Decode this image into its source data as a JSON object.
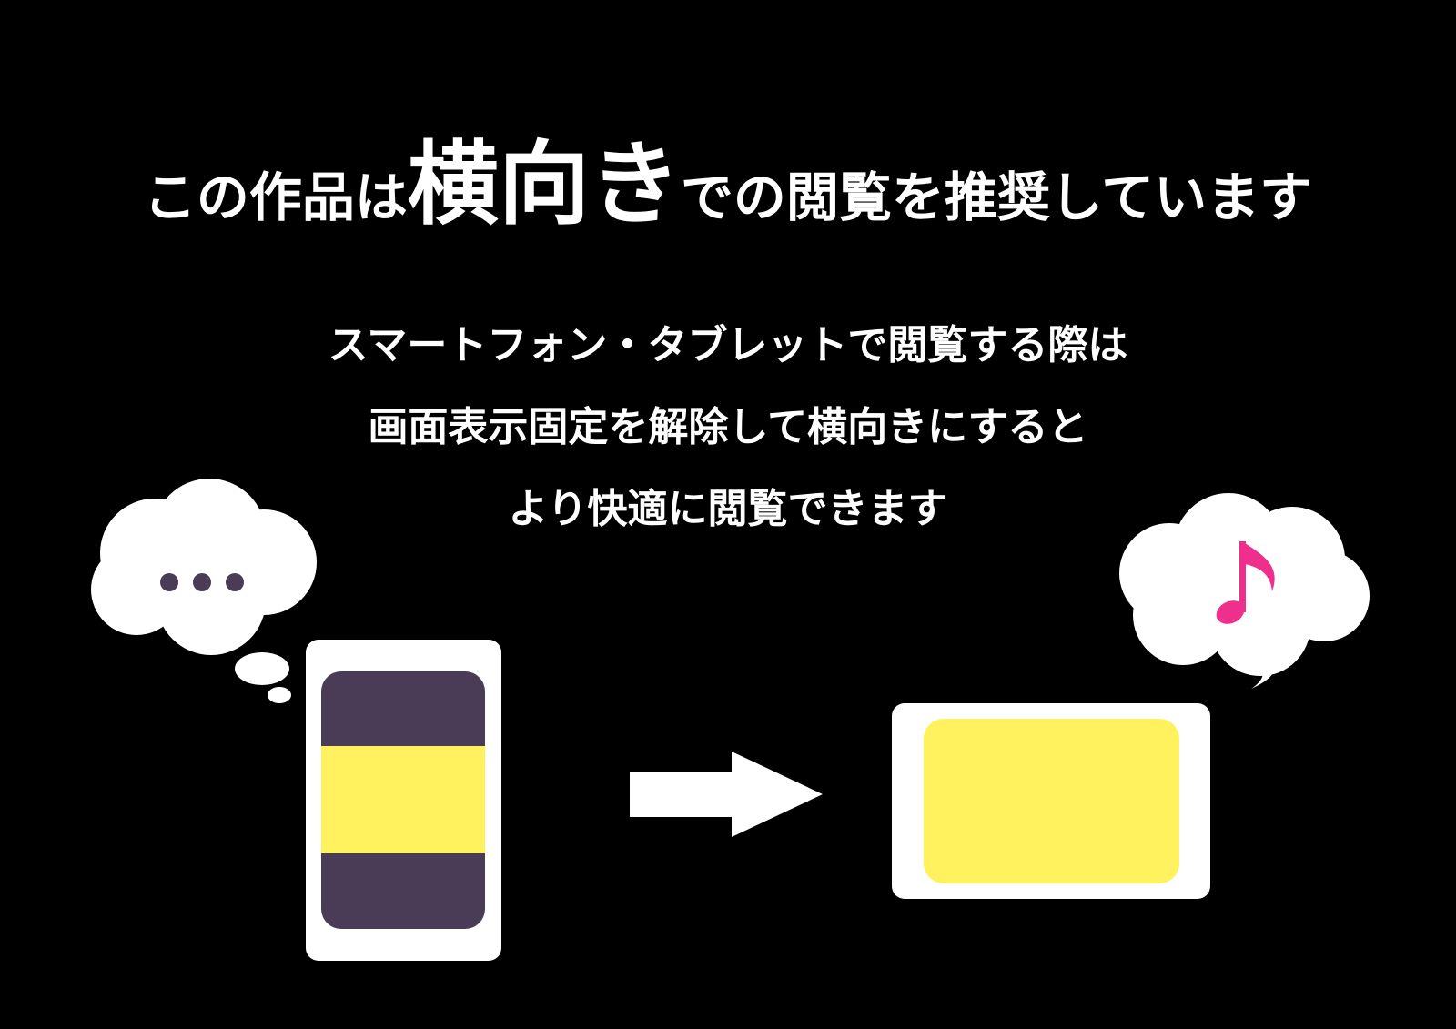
{
  "title": {
    "part1": "この作品は",
    "emphasis": "横向き",
    "part2": "での閲覧を推奨しています"
  },
  "instructions": {
    "line1": "スマートフォン・タブレットで閲覧する際は",
    "line2": "画面表示固定を解除して横向きにすると",
    "line3": "より快適に閲覧できます"
  },
  "illustration": {
    "thought_bubble_text": "…",
    "speech_bubble_text": "♪"
  },
  "colors": {
    "background": "#000000",
    "text": "#ffffff",
    "device_frame": "#ffffff",
    "screen_dark": "#4a3b56",
    "screen_highlight": "#fff25e",
    "music_note": "#ee2f8c"
  }
}
